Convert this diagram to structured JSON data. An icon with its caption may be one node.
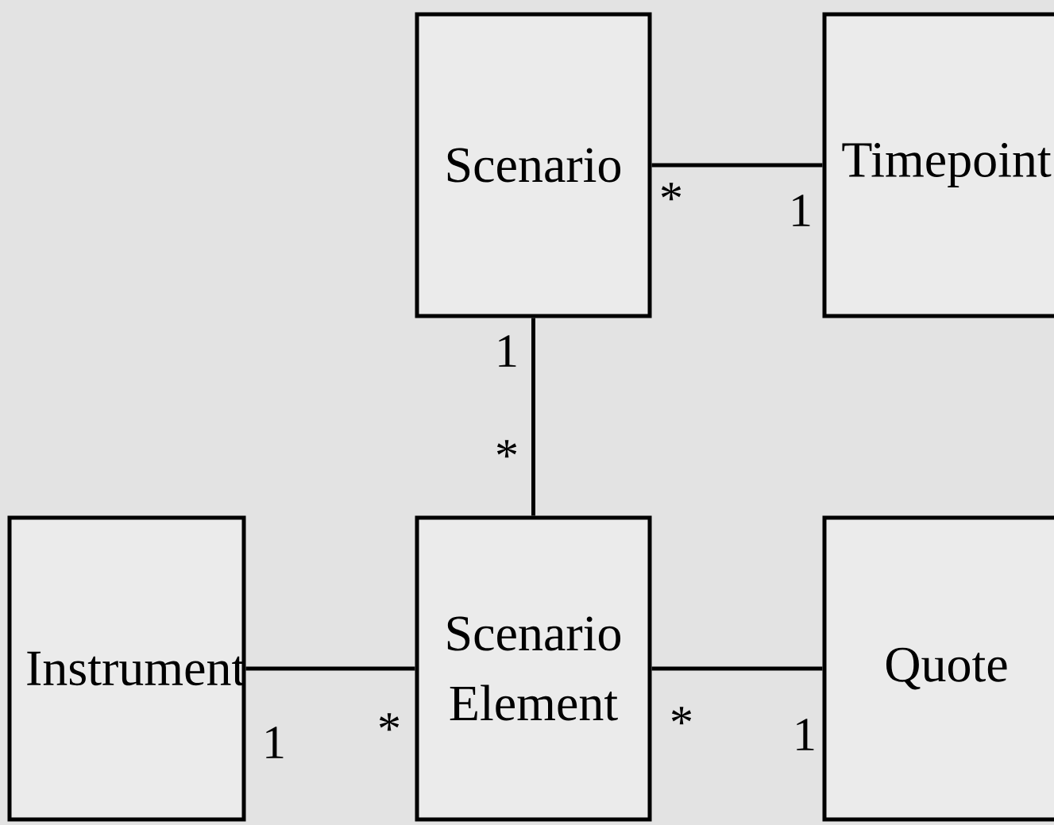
{
  "diagram": {
    "nodes": [
      {
        "text": [
          "Scenario"
        ]
      },
      {
        "text": [
          "Timepoint"
        ]
      },
      {
        "text": [
          "Instrument"
        ]
      },
      {
        "text": [
          "Scenario Element"
        ]
      },
      {
        "text": [
          "Quote"
        ]
      }
    ],
    "edges": [
      {
        "from": 0,
        "to": 1,
        "arrow": "none"
      },
      {
        "from": 0,
        "to": 3,
        "arrow": "none"
      },
      {
        "from": 2,
        "to": 3,
        "arrow": "none"
      },
      {
        "from": 3,
        "to": 4,
        "arrow": "none"
      }
    ],
    "labels": [
      "*",
      "1",
      "1",
      "*",
      "1",
      "*",
      "*",
      "1"
    ]
  }
}
